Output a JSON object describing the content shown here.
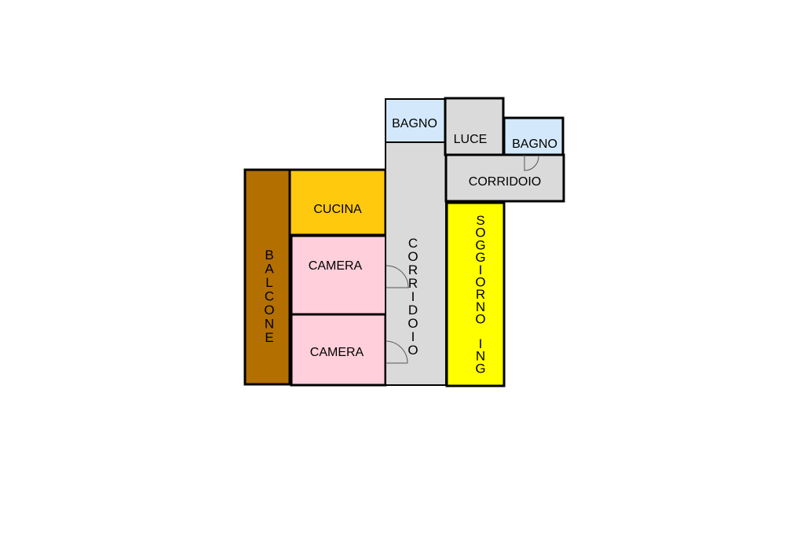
{
  "colors": {
    "balcone": "#B36F00",
    "cucina": "#FFC90E",
    "camera": "#FFCFDB",
    "corridoio": "#DADADA",
    "bagno": "#D3E8FA",
    "luce": "#DADADA",
    "soggiorno": "#FFFF00",
    "wall": "#000000"
  },
  "rooms": {
    "balcone": "BALCONE",
    "cucina": "CUCINA",
    "camera_1": "CAMERA",
    "camera_2": "CAMERA",
    "corridoio_vertical": "CORRIDOIO",
    "corridoio_horizontal": "CORRIDOIO",
    "bagno_1": "BAGNO",
    "bagno_2": "BAGNO",
    "luce": "LUCE",
    "soggiorno": "SOGGIORNO ING"
  }
}
